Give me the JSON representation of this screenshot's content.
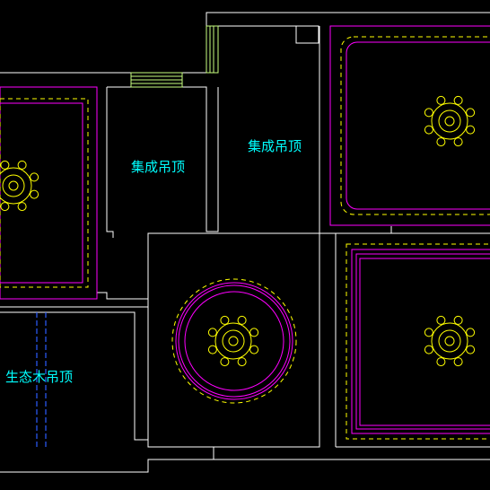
{
  "drawing": {
    "colors": {
      "background": "#000000",
      "wall": "#ffffff",
      "ceiling_outline": "#ff00ff",
      "light_fixture": "#ffff00",
      "dashed_led": "#ffff00",
      "beam": "#2c5cff",
      "window": "#c8ff80",
      "label": "#00ffff"
    },
    "labels": {
      "integrated_ceiling_left": "集成吊顶",
      "integrated_ceiling_right": "集成吊顶",
      "eco_wood_ceiling": "生态木吊顶"
    },
    "fixtures": [
      {
        "name": "chandelier-left-room",
        "lamp_count": 8
      },
      {
        "name": "chandelier-upper-right-room",
        "lamp_count": 8
      },
      {
        "name": "chandelier-center-room",
        "lamp_count": 8
      },
      {
        "name": "chandelier-lower-right-room",
        "lamp_count": 8
      }
    ]
  }
}
